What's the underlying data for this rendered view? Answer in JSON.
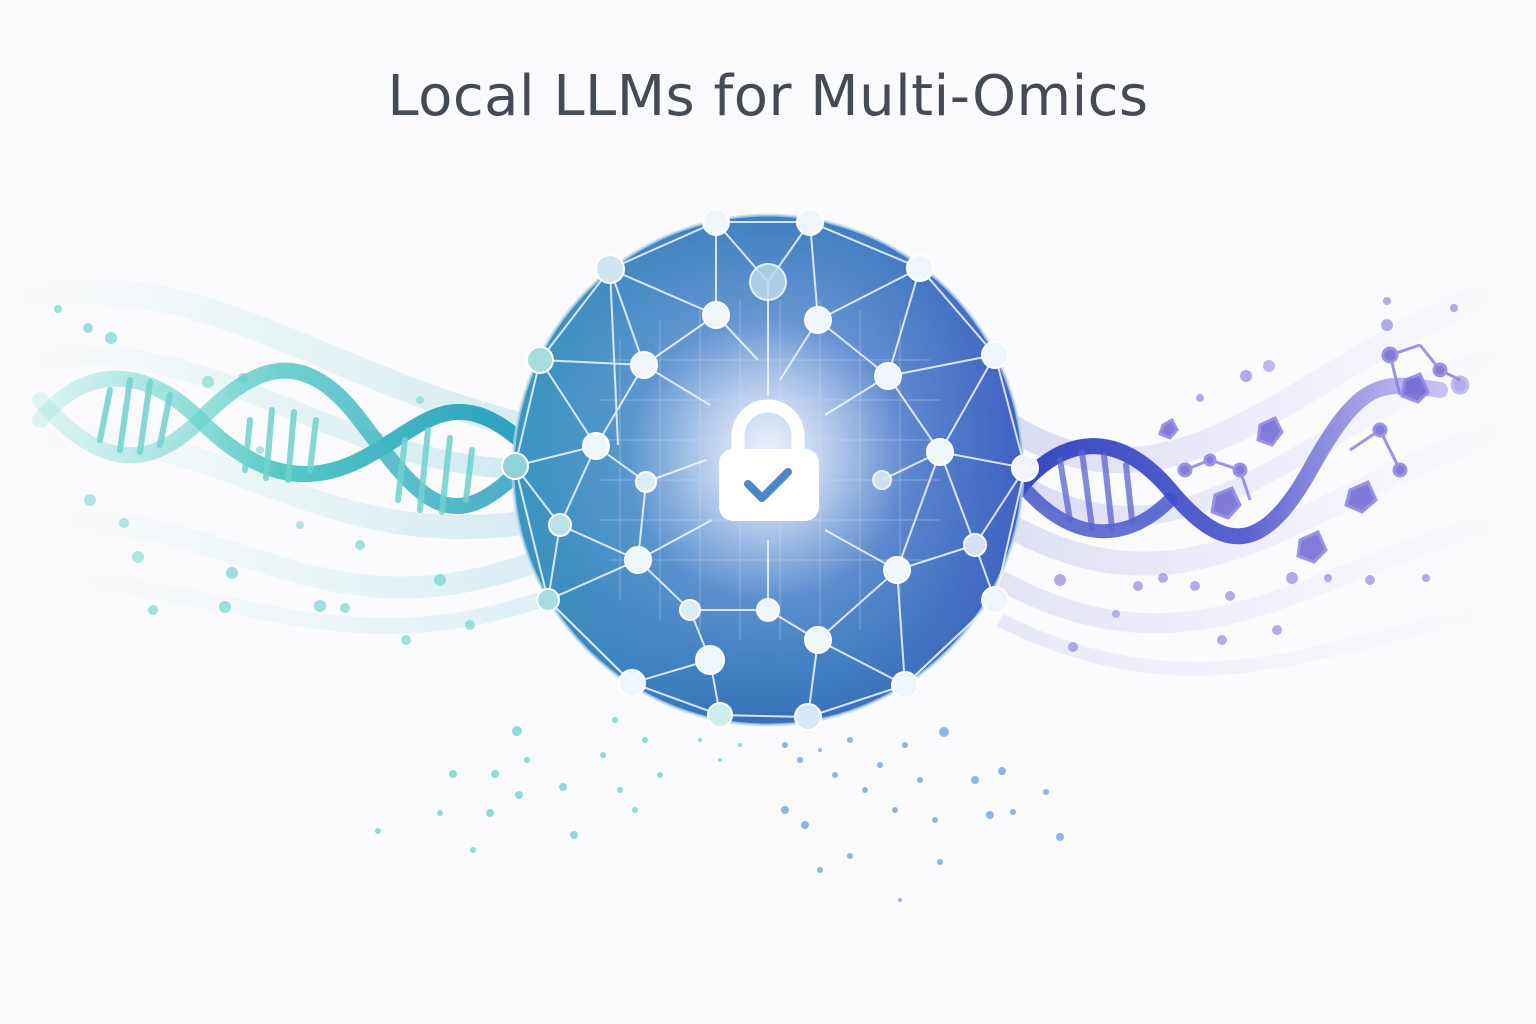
{
  "header": {
    "title": "Local LLMs for Multi-Omics"
  },
  "illustration": {
    "central_icon": "padlock-with-checkmark-icon",
    "sphere": "neural-network-sphere",
    "left_element": "dna-double-helix-teal",
    "right_element": "dna-helix-with-molecules-purple",
    "bottom_element": "scattered-data-particles"
  },
  "colors": {
    "background": "#fbfafc",
    "title_text": "#454b55",
    "teal": "#4fc7c4",
    "blue": "#3f7fc2",
    "indigo": "#4a5bc8",
    "purple": "#8a7fe0",
    "node_white": "#eef6fb",
    "check_blue": "#4c86c9"
  }
}
